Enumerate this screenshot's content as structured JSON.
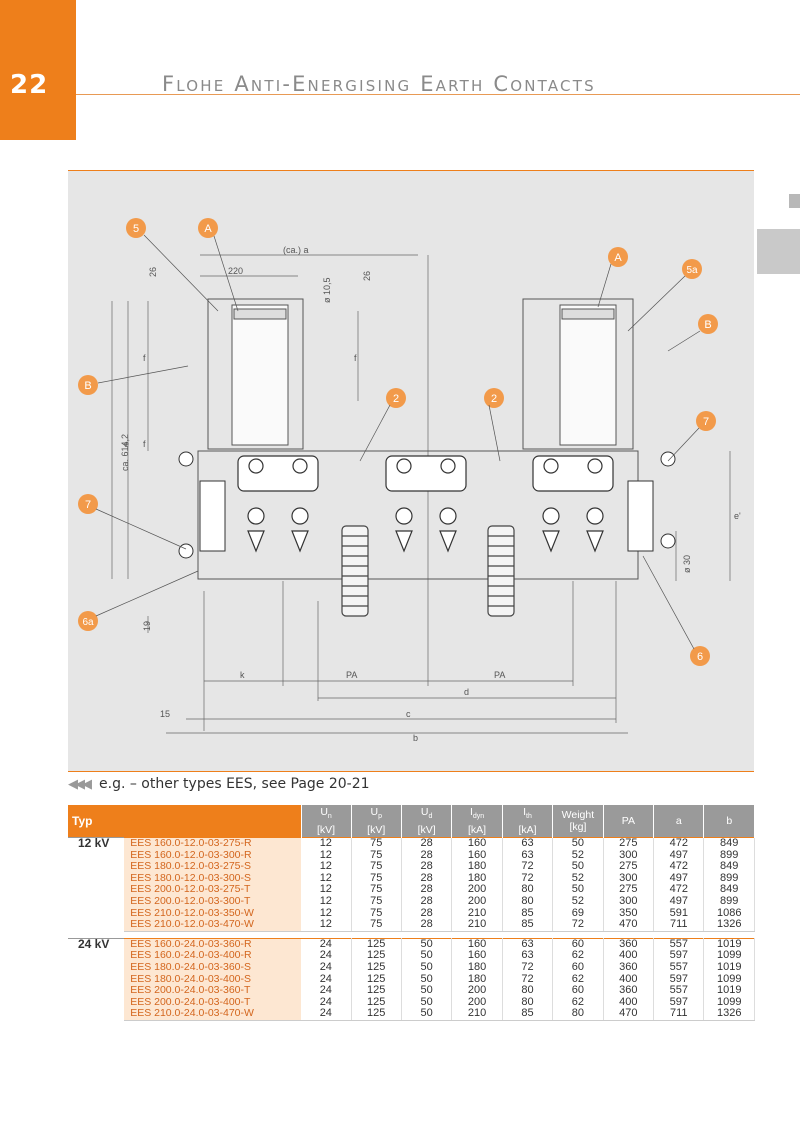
{
  "page_number": "22",
  "title": "Flohe Anti-Energising Earth Contacts",
  "drawing": {
    "callouts": [
      "5",
      "A",
      "A",
      "5a",
      "B",
      "B",
      "2",
      "2",
      "7",
      "7",
      "6",
      "6a"
    ],
    "dimensions": {
      "ca_a": "(ca.) a",
      "d220": "220",
      "d26a": "26",
      "d26b": "26",
      "d105": "ø 10,5",
      "f1": "f",
      "f2": "f",
      "f3": "f",
      "e": "e",
      "ca614": "ca. 614,2",
      "d19": "19",
      "k": "k",
      "pa1": "PA",
      "pa2": "PA",
      "d": "d",
      "c": "c",
      "b": "b",
      "d15": "15",
      "e_prime": "e'",
      "d30": "ø 30"
    }
  },
  "note": "e.g. – other types EES, see Page  20-21",
  "table": {
    "typ_header": "Typ",
    "columns": [
      {
        "sym": "U",
        "sub": "n",
        "unit": "[kV]"
      },
      {
        "sym": "U",
        "sub": "p",
        "unit": "[kV]"
      },
      {
        "sym": "U",
        "sub": "d",
        "unit": "[kV]"
      },
      {
        "sym": "I",
        "sub": "dyn",
        "unit": "[kA]"
      },
      {
        "sym": "I",
        "sub": "th",
        "unit": "[kA]"
      },
      {
        "sym": "Weight",
        "sub": "",
        "unit": "[kg]"
      },
      {
        "sym": "PA",
        "sub": "",
        "unit": ""
      },
      {
        "sym": "a",
        "sub": "",
        "unit": ""
      },
      {
        "sym": "b",
        "sub": "",
        "unit": ""
      }
    ],
    "groups": [
      {
        "voltage": "12 kV",
        "rows": [
          [
            "EES 160.0-12.0-03-275-R",
            "12",
            "75",
            "28",
            "160",
            "63",
            "50",
            "275",
            "472",
            "849"
          ],
          [
            "EES 160.0-12.0-03-300-R",
            "12",
            "75",
            "28",
            "160",
            "63",
            "52",
            "300",
            "497",
            "899"
          ],
          [
            "EES 180.0-12.0-03-275-S",
            "12",
            "75",
            "28",
            "180",
            "72",
            "50",
            "275",
            "472",
            "849"
          ],
          [
            "EES 180.0-12.0-03-300-S",
            "12",
            "75",
            "28",
            "180",
            "72",
            "52",
            "300",
            "497",
            "899"
          ],
          [
            "EES 200.0-12.0-03-275-T",
            "12",
            "75",
            "28",
            "200",
            "80",
            "50",
            "275",
            "472",
            "849"
          ],
          [
            "EES 200.0-12.0-03-300-T",
            "12",
            "75",
            "28",
            "200",
            "80",
            "52",
            "300",
            "497",
            "899"
          ],
          [
            "EES 210.0-12.0-03-350-W",
            "12",
            "75",
            "28",
            "210",
            "85",
            "69",
            "350",
            "591",
            "1086"
          ],
          [
            "EES 210.0-12.0-03-470-W",
            "12",
            "75",
            "28",
            "210",
            "85",
            "72",
            "470",
            "711",
            "1326"
          ]
        ]
      },
      {
        "voltage": "24 kV",
        "rows": [
          [
            "EES 160.0-24.0-03-360-R",
            "24",
            "125",
            "50",
            "160",
            "63",
            "60",
            "360",
            "557",
            "1019"
          ],
          [
            "EES 160.0-24.0-03-400-R",
            "24",
            "125",
            "50",
            "160",
            "63",
            "62",
            "400",
            "597",
            "1099"
          ],
          [
            "EES 180.0-24.0-03-360-S",
            "24",
            "125",
            "50",
            "180",
            "72",
            "60",
            "360",
            "557",
            "1019"
          ],
          [
            "EES 180.0-24.0-03-400-S",
            "24",
            "125",
            "50",
            "180",
            "72",
            "62",
            "400",
            "597",
            "1099"
          ],
          [
            "EES 200.0-24.0-03-360-T",
            "24",
            "125",
            "50",
            "200",
            "80",
            "60",
            "360",
            "557",
            "1019"
          ],
          [
            "EES 200.0-24.0-03-400-T",
            "24",
            "125",
            "50",
            "200",
            "80",
            "62",
            "400",
            "597",
            "1099"
          ],
          [
            "EES 210.0-24.0-03-470-W",
            "24",
            "125",
            "50",
            "210",
            "85",
            "80",
            "470",
            "711",
            "1326"
          ]
        ]
      }
    ]
  },
  "colors": {
    "accent": "#ee7f1b",
    "header_gray": "#9a9a9a",
    "row_tint": "#fde7d2",
    "model_text": "#d3661e"
  }
}
